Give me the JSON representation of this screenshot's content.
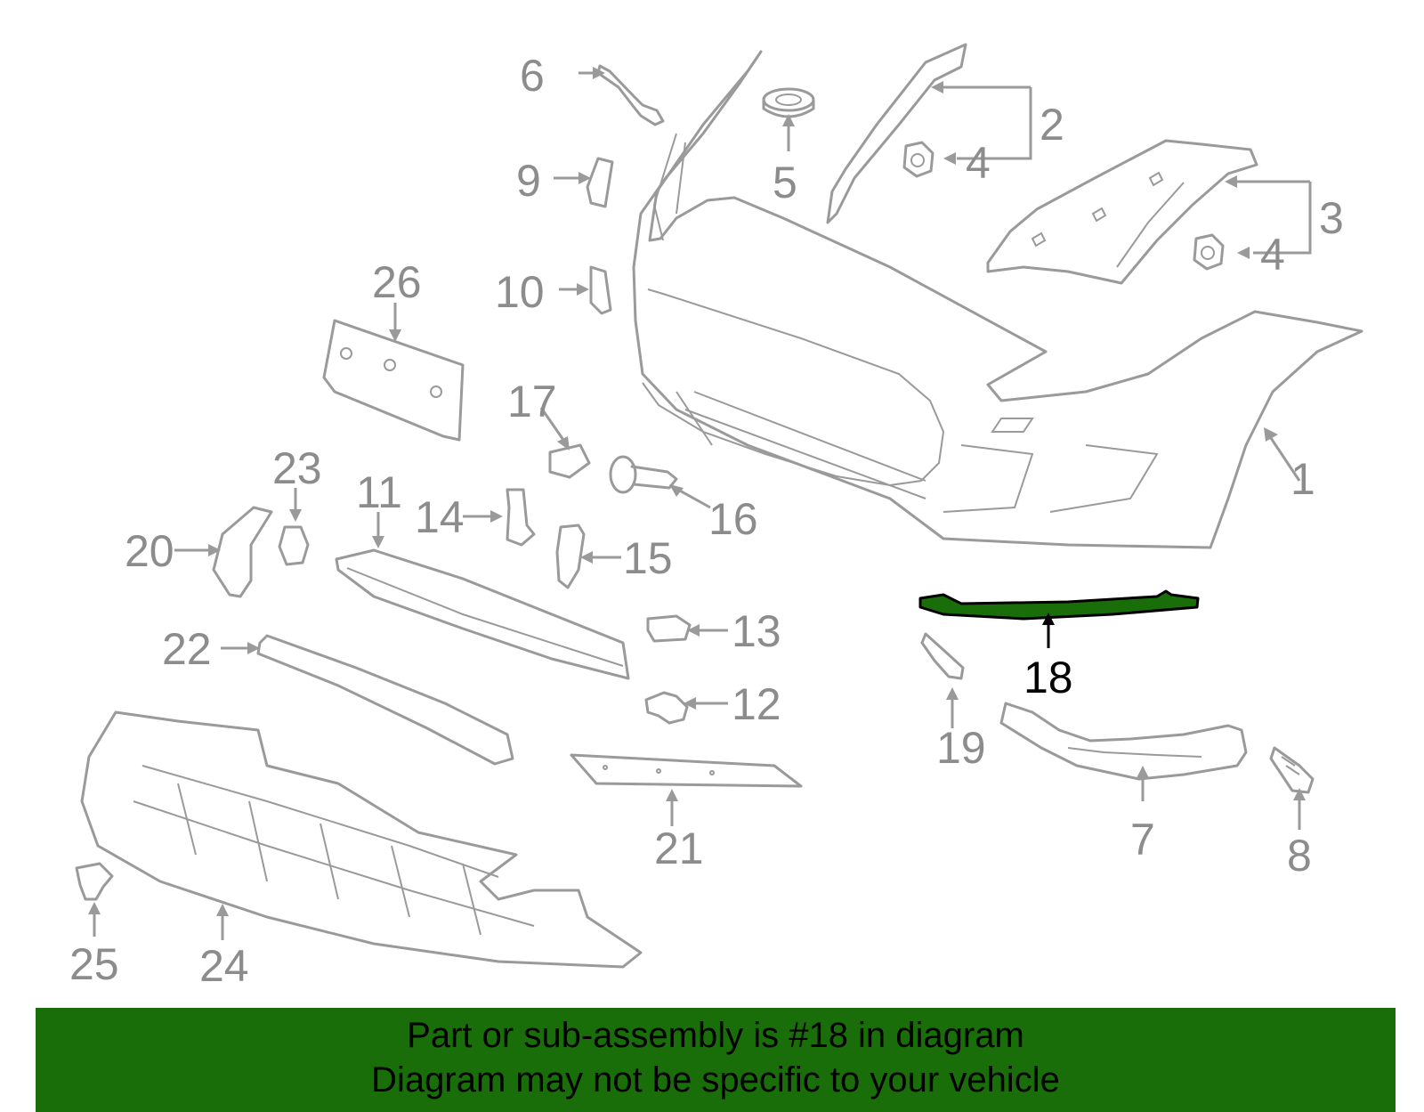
{
  "highlight_color": "#1a6e0a",
  "highlighted_part": "18",
  "callouts": [
    "1",
    "2",
    "3",
    "4",
    "4",
    "5",
    "6",
    "7",
    "8",
    "9",
    "10",
    "11",
    "12",
    "13",
    "14",
    "15",
    "16",
    "17",
    "18",
    "19",
    "20",
    "21",
    "22",
    "23",
    "24",
    "25",
    "26"
  ],
  "banner": {
    "line1": "Part or sub-assembly is #18 in diagram",
    "line2": "Diagram may not be specific to your vehicle"
  }
}
